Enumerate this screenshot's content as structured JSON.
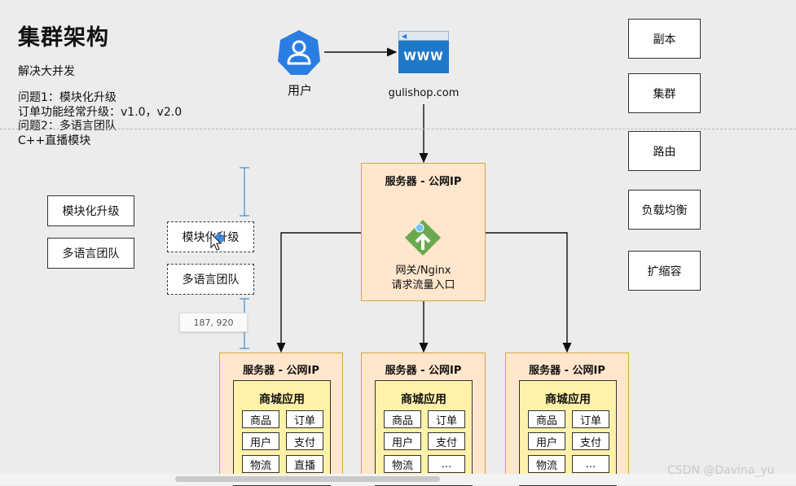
{
  "header": {
    "title": "集群架构",
    "subtitle": "解决大并发",
    "problems": [
      "问题1：模块化升级",
      "订单功能经常升级：v1.0，v2.0",
      "问题2：多语言团队",
      "C++直播模块"
    ]
  },
  "left_boxes": [
    "模块化升级",
    "多语言团队"
  ],
  "mid_boxes": [
    "模块化升级",
    "多语言团队"
  ],
  "tooltip": "187, 920",
  "user": {
    "label": "用户"
  },
  "browser": {
    "label": "WWW",
    "domain": "gulishop.com"
  },
  "gateway": {
    "title": "服务器 - 公网IP",
    "line1": "网关/Nginx",
    "line2": "请求流量入口"
  },
  "right_boxes": [
    "副本",
    "集群",
    "路由",
    "负载均衡",
    "扩缩容"
  ],
  "servers": [
    {
      "title": "服务器 - 公网IP",
      "app": "商城应用",
      "cells": [
        "商品",
        "订单",
        "用户",
        "支付",
        "物流",
        "直播"
      ]
    },
    {
      "title": "服务器 - 公网IP",
      "app": "商城应用",
      "cells": [
        "商品",
        "订单",
        "用户",
        "支付",
        "物流",
        "..."
      ]
    },
    {
      "title": "服务器 - 公网IP",
      "app": "商城应用",
      "cells": [
        "商品",
        "订单",
        "用户",
        "支付",
        "物流",
        "..."
      ]
    }
  ],
  "watermark": "CSDN @Davina_yu",
  "colors": {
    "server_fill": "#ffe6cc",
    "server_border": "#d6a542",
    "app_fill": "#fff2a8",
    "user_icon": "#2a7de1",
    "gateway_icon": "#6aa84f"
  }
}
